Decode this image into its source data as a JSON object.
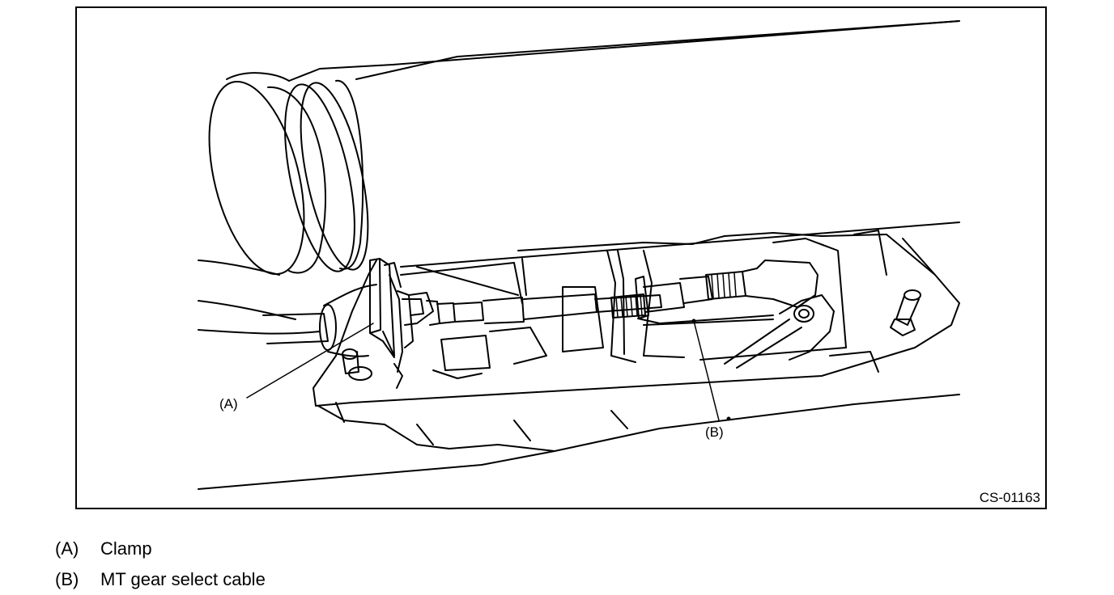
{
  "figure": {
    "id": "CS-01163",
    "callouts": {
      "a": "(A)",
      "b": "(B)"
    }
  },
  "legend": [
    {
      "code": "(A)",
      "label": "Clamp"
    },
    {
      "code": "(B)",
      "label": "MT gear select cable"
    }
  ],
  "colors": {
    "line": "#000000",
    "background": "#ffffff"
  }
}
